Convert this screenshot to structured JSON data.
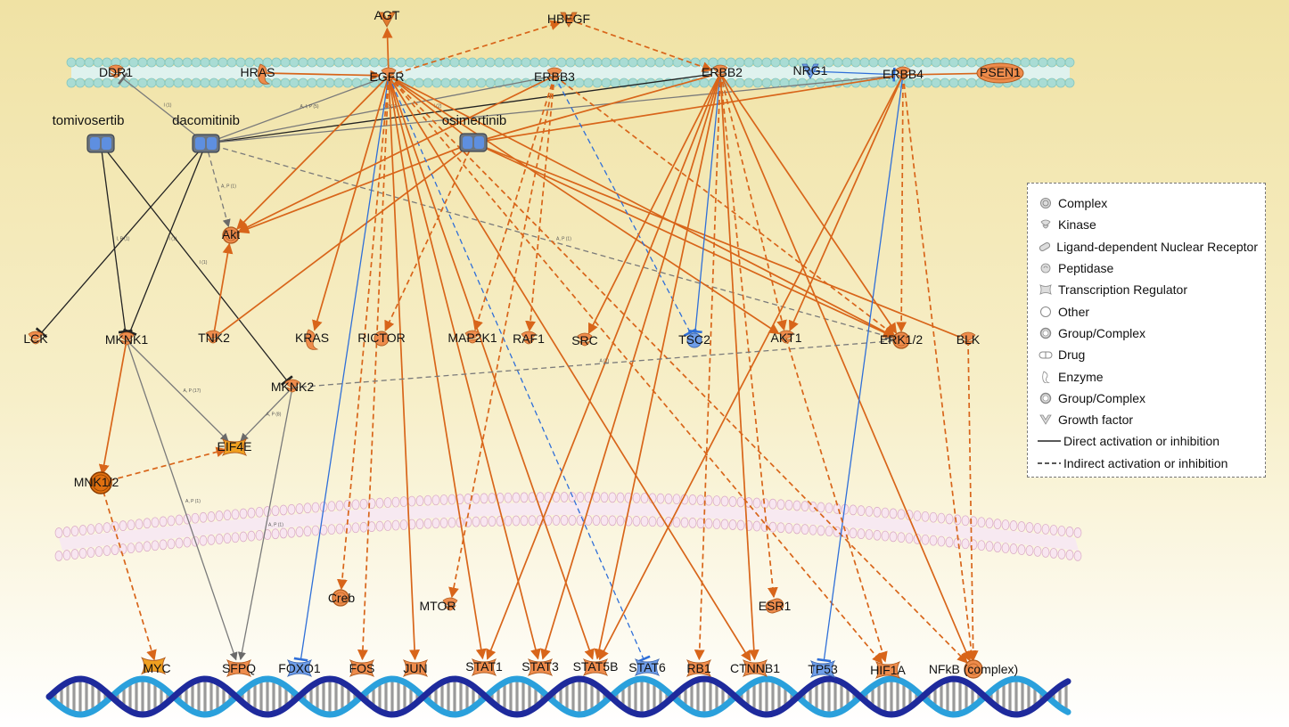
{
  "nodes": [
    {
      "id": "AGT",
      "label": "AGT",
      "kind": "growth",
      "color": "#e07a30"
    },
    {
      "id": "HBEGF",
      "label": "HBEGF",
      "kind": "growth",
      "color": "#e07a30"
    },
    {
      "id": "DDR1",
      "label": "DDR1",
      "kind": "kinase",
      "color": "#ee8c4c"
    },
    {
      "id": "HRAS",
      "label": "HRAS",
      "kind": "enzyme",
      "color": "#ee8c4c"
    },
    {
      "id": "EGFR",
      "label": "EGFR",
      "kind": "kinase",
      "color": "#ee8c4c"
    },
    {
      "id": "ERBB3",
      "label": "ERBB3",
      "kind": "kinase",
      "color": "#ee8c4c"
    },
    {
      "id": "ERBB2",
      "label": "ERBB2",
      "kind": "kinase",
      "color": "#ee8c4c"
    },
    {
      "id": "NRG1",
      "label": "NRG1",
      "kind": "growth",
      "color": "#6f9ee8"
    },
    {
      "id": "ERBB4",
      "label": "ERBB4",
      "kind": "kinase",
      "color": "#ee8c4c"
    },
    {
      "id": "PSEN1",
      "label": "PSEN1",
      "kind": "peptidase",
      "color": "#ee8c4c"
    },
    {
      "id": "tomivosertib",
      "label": "tomivosertib",
      "kind": "drug",
      "color": "#5e8fe0"
    },
    {
      "id": "dacomitinib",
      "label": "dacomitinib",
      "kind": "drug",
      "color": "#5e8fe0"
    },
    {
      "id": "osimertinib",
      "label": "osimertinib",
      "kind": "drug",
      "color": "#5e8fe0"
    },
    {
      "id": "Akt",
      "label": "Akt",
      "kind": "group",
      "color": "#ee8c4c"
    },
    {
      "id": "LCK",
      "label": "LCK",
      "kind": "kinase",
      "color": "#ee8c4c"
    },
    {
      "id": "MKNK1",
      "label": "MKNK1",
      "kind": "kinase",
      "color": "#ee8c4c"
    },
    {
      "id": "TNK2",
      "label": "TNK2",
      "kind": "kinase",
      "color": "#ee8c4c"
    },
    {
      "id": "KRAS",
      "label": "KRAS",
      "kind": "enzyme",
      "color": "#ee8c4c"
    },
    {
      "id": "RICTOR",
      "label": "RICTOR",
      "kind": "other",
      "color": "#ee8c4c"
    },
    {
      "id": "MAP2K1",
      "label": "MAP2K1",
      "kind": "kinase",
      "color": "#ee8c4c"
    },
    {
      "id": "RAF1",
      "label": "RAF1",
      "kind": "kinase",
      "color": "#ee8c4c"
    },
    {
      "id": "SRC",
      "label": "SRC",
      "kind": "kinase",
      "color": "#ee8c4c"
    },
    {
      "id": "TSC2",
      "label": "TSC2",
      "kind": "other",
      "color": "#6f9ee8"
    },
    {
      "id": "AKT1",
      "label": "AKT1",
      "kind": "kinase",
      "color": "#ee8c4c"
    },
    {
      "id": "ERK12",
      "label": "ERK1/2",
      "kind": "group",
      "color": "#ee8c4c"
    },
    {
      "id": "BLK",
      "label": "BLK",
      "kind": "kinase",
      "color": "#ee8c4c"
    },
    {
      "id": "MKNK2",
      "label": "MKNK2",
      "kind": "kinase",
      "color": "#ee8c4c"
    },
    {
      "id": "EIF4E",
      "label": "EIF4E",
      "kind": "tr",
      "color": "#f0a020"
    },
    {
      "id": "MNK12",
      "label": "MNK1/2",
      "kind": "group",
      "color": "#e07010"
    },
    {
      "id": "Creb",
      "label": "Creb",
      "kind": "group",
      "color": "#ee8c4c"
    },
    {
      "id": "MTOR",
      "label": "MTOR",
      "kind": "kinase",
      "color": "#ee8c4c"
    },
    {
      "id": "ESR1",
      "label": "ESR1",
      "kind": "ldnr",
      "color": "#ee8c4c"
    },
    {
      "id": "MYC",
      "label": "MYC",
      "kind": "tr",
      "color": "#f0a020"
    },
    {
      "id": "SFPQ",
      "label": "SFPQ",
      "kind": "tr",
      "color": "#ee8c4c"
    },
    {
      "id": "FOXO1",
      "label": "FOXO1",
      "kind": "tr",
      "color": "#6f9ee8"
    },
    {
      "id": "FOS",
      "label": "FOS",
      "kind": "tr",
      "color": "#ee8c4c"
    },
    {
      "id": "JUN",
      "label": "JUN",
      "kind": "tr",
      "color": "#ee8c4c"
    },
    {
      "id": "STAT1",
      "label": "STAT1",
      "kind": "tr",
      "color": "#ee8c4c"
    },
    {
      "id": "STAT3",
      "label": "STAT3",
      "kind": "tr",
      "color": "#ee8c4c"
    },
    {
      "id": "STAT5B",
      "label": "STAT5B",
      "kind": "tr",
      "color": "#ee8c4c"
    },
    {
      "id": "STAT6",
      "label": "STAT6",
      "kind": "tr",
      "color": "#6f9ee8"
    },
    {
      "id": "RB1",
      "label": "RB1",
      "kind": "tr",
      "color": "#ee8c4c"
    },
    {
      "id": "CTNNB1",
      "label": "CTNNB1",
      "kind": "tr",
      "color": "#ee8c4c"
    },
    {
      "id": "TP53",
      "label": "TP53",
      "kind": "tr",
      "color": "#6f9ee8"
    },
    {
      "id": "HIF1A",
      "label": "HIF1A",
      "kind": "tr",
      "color": "#ee8c4c"
    },
    {
      "id": "NFkB",
      "label": "NFkB (complex)",
      "kind": "complex",
      "color": "#ee8c4c"
    }
  ],
  "edges": [
    {
      "from": "EGFR",
      "to": "AGT",
      "style": "solid",
      "color": "orange",
      "end": "arrow"
    },
    {
      "from": "EGFR",
      "to": "HBEGF",
      "style": "dashed",
      "color": "orange",
      "end": "arrow"
    },
    {
      "from": "HBEGF",
      "to": "ERBB2",
      "style": "dashed",
      "color": "orange",
      "end": "arrow"
    },
    {
      "from": "HRAS",
      "to": "EGFR",
      "style": "solid",
      "color": "orange",
      "end": "arrow"
    },
    {
      "from": "NRG1",
      "to": "ERBB4",
      "style": "solid",
      "color": "blue",
      "end": "inhibit"
    },
    {
      "from": "ERBB4",
      "to": "PSEN1",
      "style": "solid",
      "color": "orange",
      "end": "arrow"
    },
    {
      "from": "dacomitinib",
      "to": "DDR1",
      "style": "solid",
      "color": "gray",
      "end": "inhibit",
      "label": "I (1)"
    },
    {
      "from": "dacomitinib",
      "to": "EGFR",
      "style": "solid",
      "color": "gray",
      "end": "none",
      "label": "A, I, P (5)"
    },
    {
      "from": "dacomitinib",
      "to": "ERBB2",
      "style": "solid",
      "color": "black",
      "end": "none"
    },
    {
      "from": "dacomitinib",
      "to": "ERBB3",
      "style": "solid",
      "color": "gray",
      "end": "none",
      "label": "I, P (2)"
    },
    {
      "from": "dacomitinib",
      "to": "ERBB4",
      "style": "solid",
      "color": "gray",
      "end": "none"
    },
    {
      "from": "dacomitinib",
      "to": "Akt",
      "style": "dashed",
      "color": "gray",
      "end": "arrow",
      "label": "A, P (1)"
    },
    {
      "from": "dacomitinib",
      "to": "ERK12",
      "style": "dashed",
      "color": "gray",
      "end": "arrow",
      "label": "A, P (1)"
    },
    {
      "from": "dacomitinib",
      "to": "LCK",
      "style": "solid",
      "color": "black",
      "end": "inhibit"
    },
    {
      "from": "dacomitinib",
      "to": "MKNK1",
      "style": "solid",
      "color": "black",
      "end": "inhibit",
      "label": "I (1)"
    },
    {
      "from": "tomivosertib",
      "to": "MKNK1",
      "style": "solid",
      "color": "black",
      "end": "inhibit",
      "label": "I, P (1)"
    },
    {
      "from": "tomivosertib",
      "to": "MKNK2",
      "style": "solid",
      "color": "black",
      "end": "inhibit",
      "label": "I (1)"
    },
    {
      "from": "osimertinib",
      "to": "EGFR",
      "style": "solid",
      "color": "orange",
      "end": "none",
      "label": "I (2)"
    },
    {
      "from": "osimertinib",
      "to": "Akt",
      "style": "solid",
      "color": "orange",
      "end": "arrow"
    },
    {
      "from": "osimertinib",
      "to": "ERBB2",
      "style": "solid",
      "color": "orange",
      "end": "none"
    },
    {
      "from": "osimertinib",
      "to": "ERBB4",
      "style": "solid",
      "color": "orange",
      "end": "none"
    },
    {
      "from": "osimertinib",
      "to": "TNK2",
      "style": "solid",
      "color": "orange",
      "end": "none"
    },
    {
      "from": "osimertinib",
      "to": "ERK12",
      "style": "solid",
      "color": "orange",
      "end": "arrow"
    },
    {
      "from": "osimertinib",
      "to": "BLK",
      "style": "solid",
      "color": "orange",
      "end": "none"
    },
    {
      "from": "osimertinib",
      "to": "RICTOR",
      "style": "dashed",
      "color": "orange",
      "end": "arrow"
    },
    {
      "from": "TNK2",
      "to": "Akt",
      "style": "solid",
      "color": "orange",
      "end": "arrow"
    },
    {
      "from": "EGFR",
      "to": "Akt",
      "style": "solid",
      "color": "orange",
      "end": "arrow"
    },
    {
      "from": "EGFR",
      "to": "KRAS",
      "style": "solid",
      "color": "orange",
      "end": "arrow"
    },
    {
      "from": "EGFR",
      "to": "FOXO1",
      "style": "solid",
      "color": "blue",
      "end": "inhibit"
    },
    {
      "from": "EGFR",
      "to": "Creb",
      "style": "dashed",
      "color": "orange",
      "end": "arrow"
    },
    {
      "from": "EGFR",
      "to": "FOS",
      "style": "dashed",
      "color": "orange",
      "end": "arrow"
    },
    {
      "from": "EGFR",
      "to": "JUN",
      "style": "solid",
      "color": "orange",
      "end": "arrow"
    },
    {
      "from": "EGFR",
      "to": "STAT1",
      "style": "solid",
      "color": "orange",
      "end": "arrow"
    },
    {
      "from": "EGFR",
      "to": "STAT3",
      "style": "solid",
      "color": "orange",
      "end": "arrow"
    },
    {
      "from": "EGFR",
      "to": "STAT5B",
      "style": "solid",
      "color": "orange",
      "end": "arrow"
    },
    {
      "from": "EGFR",
      "to": "STAT6",
      "style": "dashed",
      "color": "blue",
      "end": "inhibit"
    },
    {
      "from": "EGFR",
      "to": "CTNNB1",
      "style": "solid",
      "color": "orange",
      "end": "arrow"
    },
    {
      "from": "EGFR",
      "to": "HIF1A",
      "style": "dashed",
      "color": "orange",
      "end": "arrow"
    },
    {
      "from": "EGFR",
      "to": "AKT1",
      "style": "solid",
      "color": "orange",
      "end": "arrow"
    },
    {
      "from": "EGFR",
      "to": "ERK12",
      "style": "solid",
      "color": "orange",
      "end": "arrow"
    },
    {
      "from": "EGFR",
      "to": "NFkB",
      "style": "dashed",
      "color": "orange",
      "end": "arrow"
    },
    {
      "from": "ERBB3",
      "to": "TSC2",
      "style": "dashed",
      "color": "blue",
      "end": "inhibit"
    },
    {
      "from": "ERBB3",
      "to": "MAP2K1",
      "style": "dashed",
      "color": "orange",
      "end": "arrow"
    },
    {
      "from": "ERBB3",
      "to": "RAF1",
      "style": "dashed",
      "color": "orange",
      "end": "arrow"
    },
    {
      "from": "ERBB3",
      "to": "MTOR",
      "style": "dashed",
      "color": "orange",
      "end": "arrow"
    },
    {
      "from": "ERBB3",
      "to": "ERK12",
      "style": "dashed",
      "color": "orange",
      "end": "arrow"
    },
    {
      "from": "ERBB3",
      "to": "Akt",
      "style": "solid",
      "color": "orange",
      "end": "arrow"
    },
    {
      "from": "ERBB2",
      "to": "SRC",
      "style": "solid",
      "color": "orange",
      "end": "arrow"
    },
    {
      "from": "ERBB2",
      "to": "TSC2",
      "style": "solid",
      "color": "blue",
      "end": "inhibit"
    },
    {
      "from": "ERBB2",
      "to": "AKT1",
      "style": "dashed",
      "color": "orange",
      "end": "arrow"
    },
    {
      "from": "ERBB2",
      "to": "ERK12",
      "style": "solid",
      "color": "orange",
      "end": "arrow"
    },
    {
      "from": "ERBB2",
      "to": "STAT1",
      "style": "solid",
      "color": "orange",
      "end": "arrow"
    },
    {
      "from": "ERBB2",
      "to": "STAT3",
      "style": "solid",
      "color": "orange",
      "end": "arrow"
    },
    {
      "from": "ERBB2",
      "to": "STAT5B",
      "style": "solid",
      "color": "orange",
      "end": "arrow"
    },
    {
      "from": "ERBB2",
      "to": "RB1",
      "style": "dashed",
      "color": "orange",
      "end": "arrow"
    },
    {
      "from": "ERBB2",
      "to": "CTNNB1",
      "style": "solid",
      "color": "orange",
      "end": "arrow"
    },
    {
      "from": "ERBB2",
      "to": "ESR1",
      "style": "dashed",
      "color": "orange",
      "end": "arrow"
    },
    {
      "from": "ERBB2",
      "to": "NFkB",
      "style": "solid",
      "color": "orange",
      "end": "arrow"
    },
    {
      "from": "ERBB4",
      "to": "AKT1",
      "style": "solid",
      "color": "orange",
      "end": "arrow"
    },
    {
      "from": "ERBB4",
      "to": "ERK12",
      "style": "dashed",
      "color": "orange",
      "end": "arrow"
    },
    {
      "from": "ERBB4",
      "to": "STAT5B",
      "style": "solid",
      "color": "orange",
      "end": "arrow"
    },
    {
      "from": "ERBB4",
      "to": "TP53",
      "style": "solid",
      "color": "blue",
      "end": "inhibit"
    },
    {
      "from": "ERBB4",
      "to": "NFkB",
      "style": "dashed",
      "color": "orange",
      "end": "arrow"
    },
    {
      "from": "AKT1",
      "to": "HIF1A",
      "style": "dashed",
      "color": "orange",
      "end": "arrow"
    },
    {
      "from": "BLK",
      "to": "NFkB",
      "style": "dashed",
      "color": "orange",
      "end": "arrow"
    },
    {
      "from": "MKNK1",
      "to": "MNK12",
      "style": "solid",
      "color": "orange",
      "end": "arrow"
    },
    {
      "from": "MKNK1",
      "to": "EIF4E",
      "style": "solid",
      "color": "gray",
      "end": "arrow",
      "label": "A, P (17)"
    },
    {
      "from": "MKNK1",
      "to": "SFPQ",
      "style": "solid",
      "color": "gray",
      "end": "arrow",
      "label": "A, P (1)"
    },
    {
      "from": "MKNK2",
      "to": "EIF4E",
      "style": "solid",
      "color": "gray",
      "end": "arrow",
      "label": "A, P (8)"
    },
    {
      "from": "MKNK2",
      "to": "SFPQ",
      "style": "solid",
      "color": "gray",
      "end": "arrow",
      "label": "A, P (1)"
    },
    {
      "from": "MKNK2",
      "to": "ERK12",
      "style": "dashed",
      "color": "gray",
      "end": "none",
      "label": "A (1)"
    },
    {
      "from": "MNK12",
      "to": "EIF4E",
      "style": "dashed",
      "color": "orange",
      "end": "arrow"
    },
    {
      "from": "MNK12",
      "to": "MYC",
      "style": "dashed",
      "color": "orange",
      "end": "arrow"
    }
  ],
  "legend": {
    "items": [
      {
        "symbol": "complex",
        "label": "Complex"
      },
      {
        "symbol": "kinase",
        "label": "Kinase"
      },
      {
        "symbol": "ldnr",
        "label": "Ligand-dependent Nuclear Receptor"
      },
      {
        "symbol": "peptidase",
        "label": "Peptidase"
      },
      {
        "symbol": "tr",
        "label": "Transcription Regulator"
      },
      {
        "symbol": "other",
        "label": "Other"
      },
      {
        "symbol": "group",
        "label": "Group/Complex"
      },
      {
        "symbol": "drug",
        "label": "Drug"
      },
      {
        "symbol": "enzyme",
        "label": "Enzyme"
      },
      {
        "symbol": "group2",
        "label": "Group/Complex"
      },
      {
        "symbol": "growth",
        "label": "Growth factor"
      },
      {
        "symbol": "solid-line",
        "label": "Direct activation or inhibition"
      },
      {
        "symbol": "dashed-line",
        "label": "Indirect activation or inhibition"
      }
    ]
  },
  "colors": {
    "orange_edge": "#d8651a",
    "blue_edge": "#2f6fd8",
    "gray_edge": "#7a7a7a",
    "black_edge": "#222222",
    "background_top": "#f0e2a4",
    "background_bottom": "#ffffff",
    "membrane": "#a9dcd4",
    "nuclear_membrane": "#e8c8dc",
    "dna_blue": "#2aa0dc",
    "dna_navy": "#1e2a9c"
  }
}
